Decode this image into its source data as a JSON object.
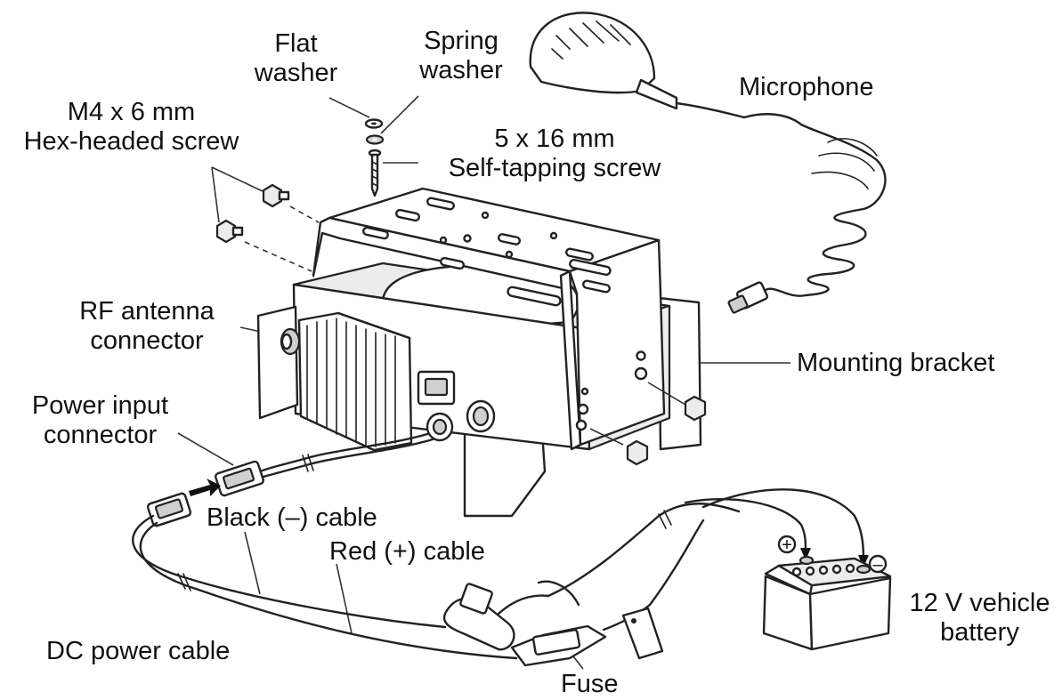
{
  "labels": {
    "flat_washer": [
      "Flat",
      "washer"
    ],
    "spring_washer": [
      "Spring",
      "washer"
    ],
    "microphone": "Microphone",
    "hex_screw": [
      "M4 x 6 mm",
      "Hex-headed screw"
    ],
    "self_tapping_screw": [
      "5 x 16 mm",
      "Self-tapping screw"
    ],
    "rf_antenna": [
      "RF antenna",
      "connector"
    ],
    "mounting_bracket": "Mounting bracket",
    "power_input": [
      "Power input",
      "connector"
    ],
    "black_cable": "Black (–) cable",
    "red_cable": "Red (+) cable",
    "dc_power_cable": "DC power cable",
    "fuse": "Fuse",
    "battery": [
      "12 V vehicle",
      "battery"
    ],
    "battery_plus": "+",
    "battery_minus": "–"
  },
  "colors": {
    "line": "#222222",
    "background": "#ffffff",
    "fill_light": "#ececec",
    "fill_mid": "#cfcfcf"
  }
}
